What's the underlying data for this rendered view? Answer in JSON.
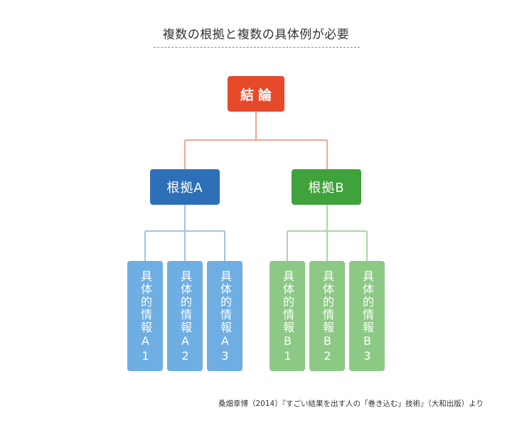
{
  "title": "複数の根拠と複数の具体例が必要",
  "conclusion": {
    "label": "結論"
  },
  "reasons": [
    {
      "label": "根拠A",
      "color": "#2e70b8",
      "examples": [
        "具体的情報A1",
        "具体的情報A2",
        "具体的情報A3"
      ],
      "example_color": "#6eaee3"
    },
    {
      "label": "根拠B",
      "color": "#3fa23a",
      "examples": [
        "具体的情報B1",
        "具体的情報B2",
        "具体的情報B3"
      ],
      "example_color": "#8cc985"
    }
  ],
  "colors": {
    "conclusion": "#e64a2b",
    "connector_conclusion": "#f2a494",
    "connector_a": "#9fc3e6",
    "connector_b": "#a8d8a0"
  },
  "source": "桑畑幸博（2014）『すごい結果を出す人の「巻き込む」技術』（大和出版）より"
}
